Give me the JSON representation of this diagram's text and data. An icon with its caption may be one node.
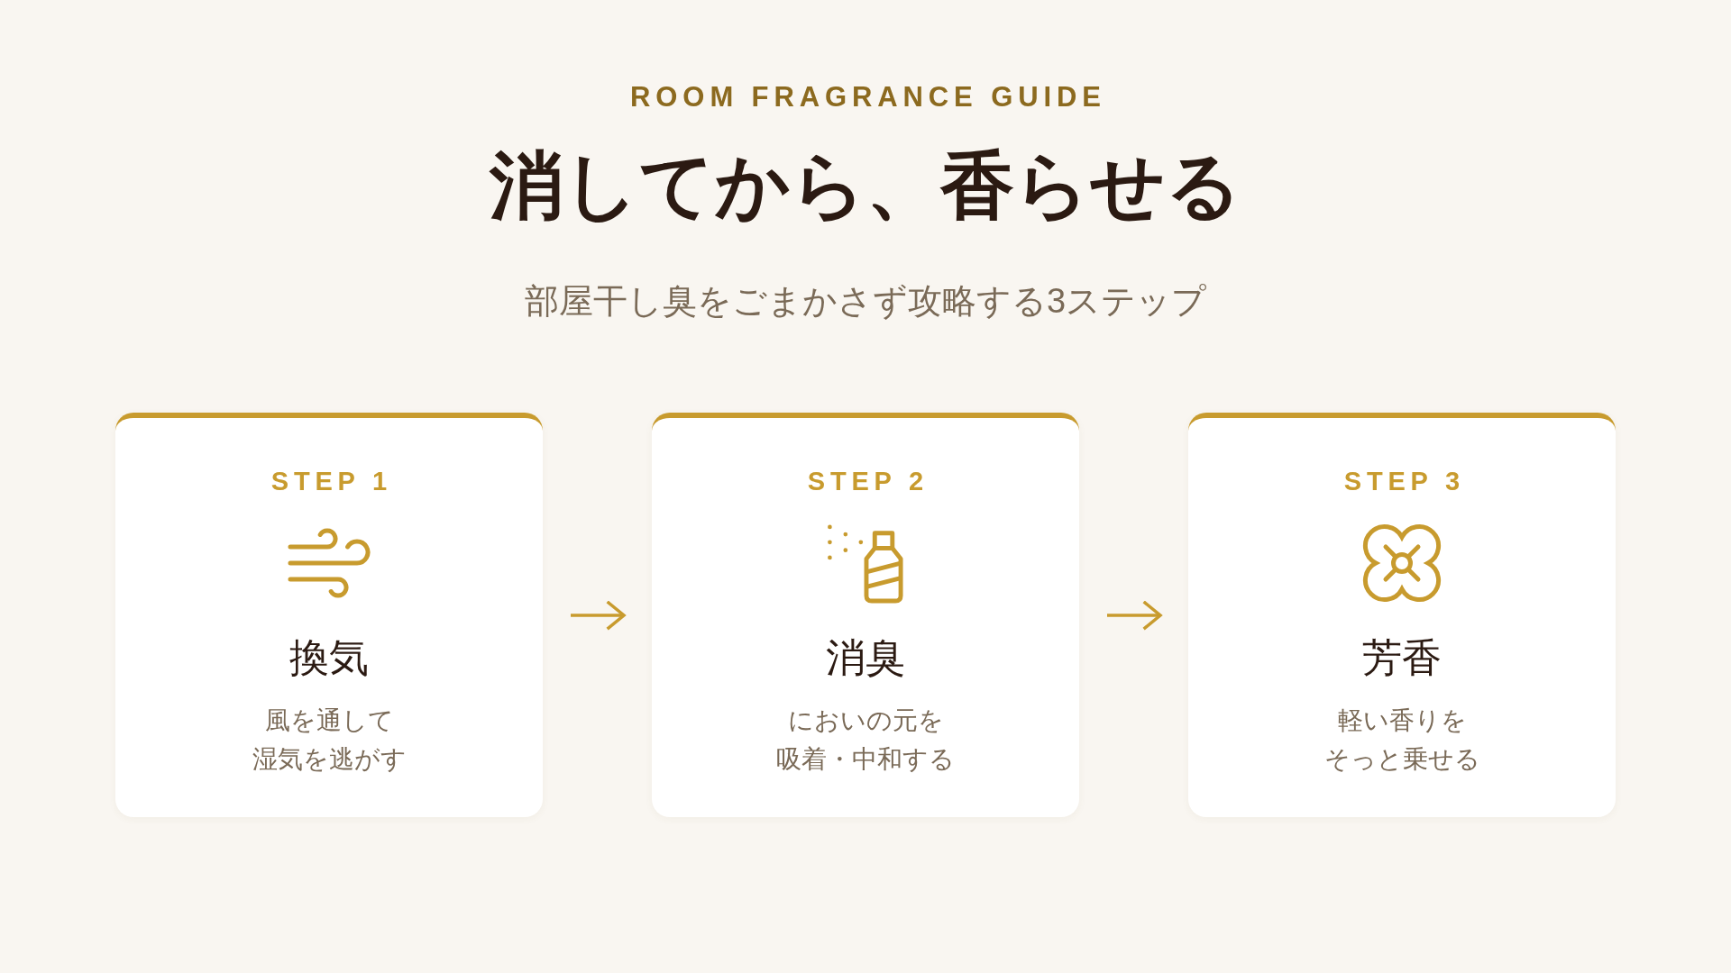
{
  "diagram": {
    "title": "消してから、香らせる",
    "nodes": [
      {
        "text": [
          "STEP 1",
          "換気",
          "風を通して湿気を逃がす"
        ]
      },
      {
        "text": [
          "STEP 2",
          "消臭",
          "においの元を吸着・中和する"
        ]
      },
      {
        "text": [
          "STEP 3",
          "芳香",
          "軽い香りをそっと乗せる"
        ]
      }
    ],
    "edges": [
      {
        "from": 0,
        "to": 1,
        "arrow": "to"
      },
      {
        "from": 1,
        "to": 2,
        "arrow": "to"
      }
    ],
    "labels": [
      "ROOM FRAGRANCE GUIDE",
      "部屋干し臭をごまかさず攻略する3ステップ"
    ]
  }
}
